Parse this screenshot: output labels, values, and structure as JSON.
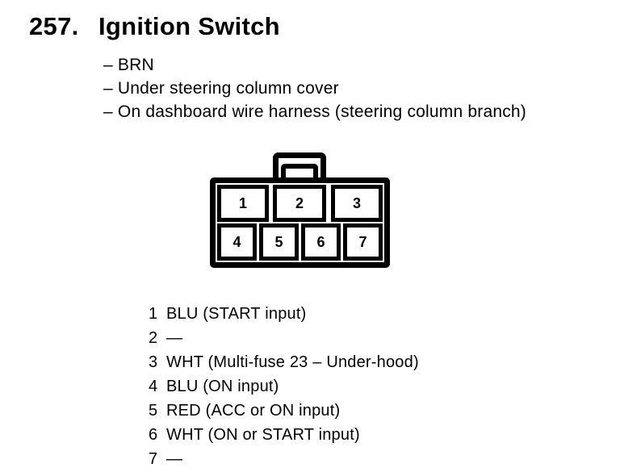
{
  "header": {
    "number": "257.",
    "title": "Ignition Switch",
    "details": [
      "– BRN",
      "– Under steering column cover",
      "– On dashboard wire harness (steering column branch)"
    ]
  },
  "connector": {
    "top_row": [
      "1",
      "2",
      "3"
    ],
    "bottom_row": [
      "4",
      "5",
      "6",
      "7"
    ]
  },
  "pins": [
    {
      "num": "1",
      "desc": "BLU (START input)"
    },
    {
      "num": "2",
      "desc": "—"
    },
    {
      "num": "3",
      "desc": "WHT (Multi-fuse 23 – Under-hood)"
    },
    {
      "num": "4",
      "desc": "BLU (ON input)"
    },
    {
      "num": "5",
      "desc": "RED (ACC or ON input)"
    },
    {
      "num": "6",
      "desc": "WHT (ON or START input)"
    },
    {
      "num": "7",
      "desc": "—"
    }
  ],
  "colors": {
    "ink": "#000000",
    "paper": "#ffffff"
  }
}
